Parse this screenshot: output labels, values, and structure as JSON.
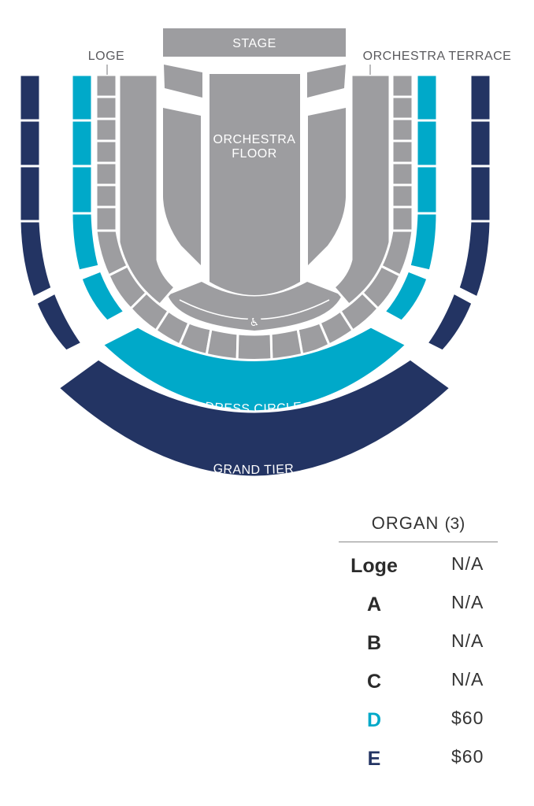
{
  "venue": {
    "stage_label": "STAGE",
    "orchestra_floor_line1": "ORCHESTRA",
    "orchestra_floor_line2": "FLOOR",
    "loge_label": "LOGE",
    "orchestra_terrace_label": "ORCHESTRA TERRACE",
    "dress_circle_label": "DRESS CIRCLE",
    "grand_tier_label": "GRAND TIER",
    "accessible_icon": "wheelchair-icon"
  },
  "colors": {
    "gray_section": "#9d9da0",
    "teal_section": "#00a9c9",
    "navy_section": "#233463"
  },
  "pricing": {
    "title": "ORGAN",
    "count": "(3)",
    "rows": [
      {
        "section": "Loge",
        "price": "N/A",
        "color": "#2b2b2b"
      },
      {
        "section": "A",
        "price": "N/A",
        "color": "#2b2b2b"
      },
      {
        "section": "B",
        "price": "N/A",
        "color": "#2b2b2b"
      },
      {
        "section": "C",
        "price": "N/A",
        "color": "#2b2b2b"
      },
      {
        "section": "D",
        "price": "$60",
        "color": "#00a9c9"
      },
      {
        "section": "E",
        "price": "$60",
        "color": "#233463"
      }
    ]
  }
}
